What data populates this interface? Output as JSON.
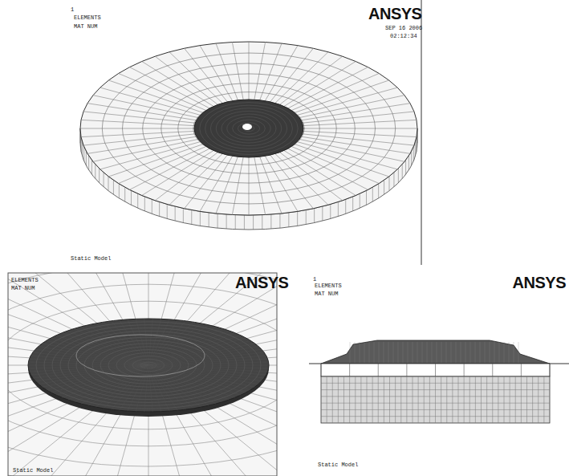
{
  "diagram": {
    "labels": [
      "1",
      "ELEMENTS",
      "MAT NUM",
      "ANSYS",
      "SEP 16 2006",
      "02:12:34",
      "Static Model",
      "ELEMENTS",
      "MAT NUM",
      "ANSYS",
      "Static Model",
      "1",
      "ELEMENTS",
      "MAT NUM",
      "ANSYS",
      "Static Model"
    ]
  }
}
